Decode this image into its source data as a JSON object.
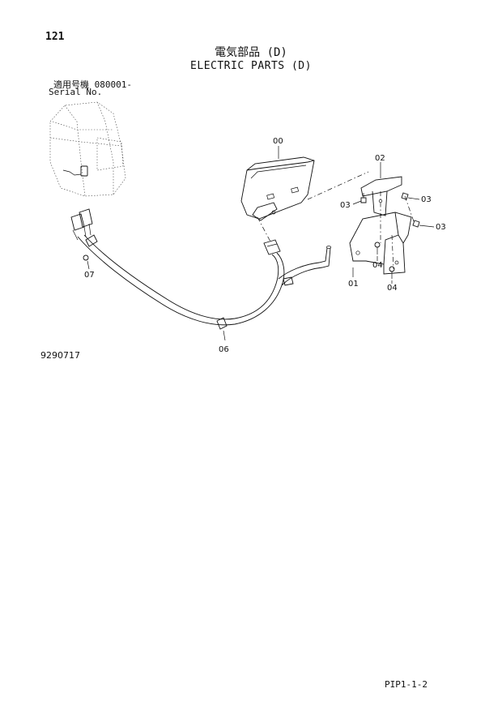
{
  "header": {
    "page_number": "121",
    "title_ja": "電気部品 (D)",
    "title_en": "ELECTRIC PARTS (D)",
    "serial_label_ja": "適用号機  080001-",
    "serial_label_en": "Serial No."
  },
  "callouts": {
    "c00": "00",
    "c01": "01",
    "c02": "02",
    "c03a": "03",
    "c03b": "03",
    "c03c": "03",
    "c04a": "04",
    "c04b": "04",
    "c06": "06",
    "c07": "07"
  },
  "drawing_number": "9290717",
  "footer": {
    "page_ref": "PIP1-1-2"
  }
}
